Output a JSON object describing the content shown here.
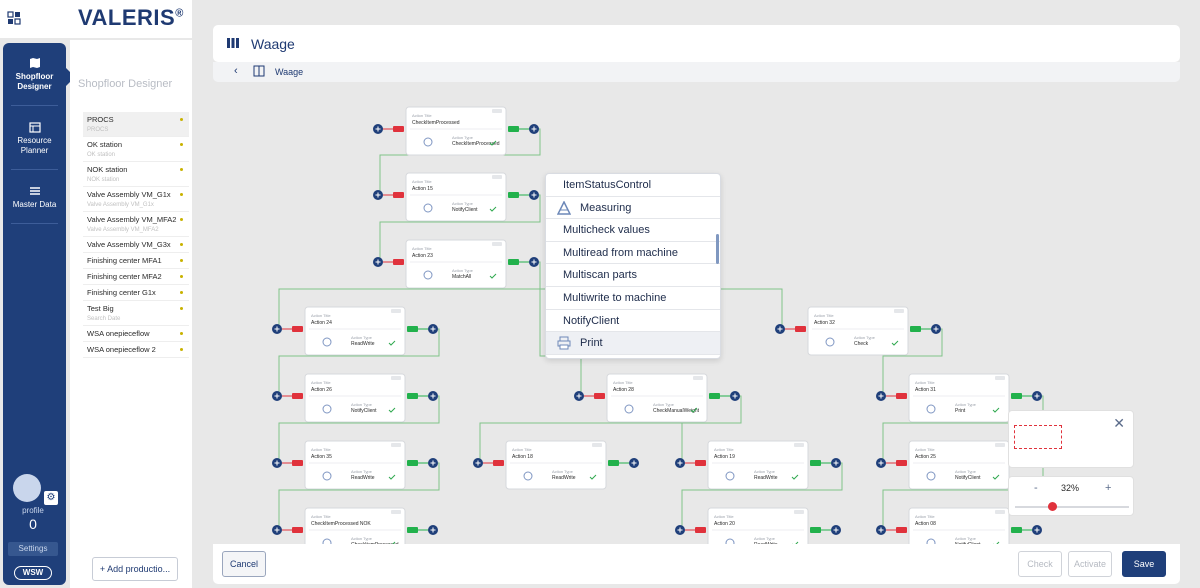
{
  "app": {
    "brand": "VALERIS",
    "brand_mark": "®"
  },
  "nav": {
    "items": [
      {
        "label": "Shopfloor Designer",
        "icon": "map-icon",
        "active": true
      },
      {
        "label": "Resource Planner",
        "icon": "calendar-icon",
        "active": false
      },
      {
        "label": "Master Data",
        "icon": "list-icon",
        "active": false
      }
    ],
    "profile_label": "profile",
    "profile_count": "0",
    "settings_label": "Settings",
    "logo_text": "WSW"
  },
  "panel": {
    "title": "Shopfloor Designer",
    "add_button": "+ Add productio...",
    "stations": [
      {
        "name": "PROCS",
        "sub": "PROCS",
        "selected": true
      },
      {
        "name": "OK station",
        "sub": "OK station"
      },
      {
        "name": "NOK station",
        "sub": "NOK station"
      },
      {
        "name": "Valve Assembly VM_G1x",
        "sub": "Valve Assembly VM_G1x"
      },
      {
        "name": "Valve Assembly VM_MFA2",
        "sub": "Valve Assembly VM_MFA2"
      },
      {
        "name": "Valve Assembly VM_G3x",
        "sub": ""
      },
      {
        "name": "Finishing center MFA1",
        "sub": ""
      },
      {
        "name": "Finishing center MFA2",
        "sub": ""
      },
      {
        "name": "Finishing center G1x",
        "sub": ""
      },
      {
        "name": "Test Big",
        "sub": "Search Date"
      },
      {
        "name": "WSA onepieceflow",
        "sub": ""
      },
      {
        "name": "WSA onepieceflow 2",
        "sub": ""
      }
    ]
  },
  "header": {
    "title": "Waage",
    "breadcrumb": "Waage"
  },
  "menu": {
    "items": [
      {
        "label": "ItemStatusControl",
        "icon": ""
      },
      {
        "label": "Measuring",
        "icon": "measuring-icon"
      },
      {
        "label": "Multicheck values",
        "icon": ""
      },
      {
        "label": "Multiread from machine",
        "icon": ""
      },
      {
        "label": "Multiscan parts",
        "icon": ""
      },
      {
        "label": "Multiwrite to machine",
        "icon": ""
      },
      {
        "label": "NotifyClient",
        "icon": ""
      },
      {
        "label": "Print",
        "icon": "printer-icon",
        "hover": true
      }
    ]
  },
  "zoom": {
    "value": "32%",
    "level": 0.32,
    "minus": "-",
    "plus": "+"
  },
  "footer": {
    "cancel": "Cancel",
    "check": "Check",
    "activate": "Activate",
    "save": "Save"
  },
  "flow": {
    "node_title_label": "Action Title",
    "node_type_label": "Action Type",
    "colors": {
      "in_port": "#e0323c",
      "out_port": "#22b14c",
      "connector": "#1f3f7a",
      "node_bg": "#ffffff"
    },
    "nodes": [
      {
        "id": "n1",
        "title": "CheckItemProcessed",
        "type": "CheckItemProcessed",
        "icon": "star-icon"
      },
      {
        "id": "n2",
        "title": "Action 15",
        "type": "NotifyClient",
        "icon": "star-icon"
      },
      {
        "id": "n3",
        "title": "Action 23",
        "type": "MatchAll",
        "icon": "eye-icon"
      },
      {
        "id": "n4",
        "title": "Action 24",
        "type": "ReadWrite",
        "icon": "tool-icon"
      },
      {
        "id": "n5",
        "title": "Action 26",
        "type": "NotifyClient",
        "icon": "star-icon"
      },
      {
        "id": "n6",
        "title": "Action 35",
        "type": "ReadWrite",
        "icon": "tool-icon"
      },
      {
        "id": "n7",
        "title": "CheckItemProcessed NOK",
        "type": "CheckItemProcessed",
        "icon": "star-icon"
      },
      {
        "id": "n8",
        "title": "Action 32",
        "type": "Check",
        "icon": "check-icon"
      },
      {
        "id": "n9",
        "title": "Action 28",
        "type": "CheckManualWeight",
        "icon": "star-icon"
      },
      {
        "id": "n10",
        "title": "Action 31",
        "type": "Print",
        "icon": "printer-icon"
      },
      {
        "id": "n11",
        "title": "Action 18",
        "type": "ReadWrite",
        "icon": "tool-icon"
      },
      {
        "id": "n12",
        "title": "Action 19",
        "type": "ReadWrite",
        "icon": "tool-icon"
      },
      {
        "id": "n13",
        "title": "Action 25",
        "type": "NotifyClient",
        "icon": "star-icon"
      },
      {
        "id": "n14",
        "title": "Action 20",
        "type": "ReadWrite",
        "icon": "tool-icon"
      },
      {
        "id": "n15",
        "title": "Action 08",
        "type": "NotifyClient",
        "icon": "star-icon"
      }
    ]
  }
}
